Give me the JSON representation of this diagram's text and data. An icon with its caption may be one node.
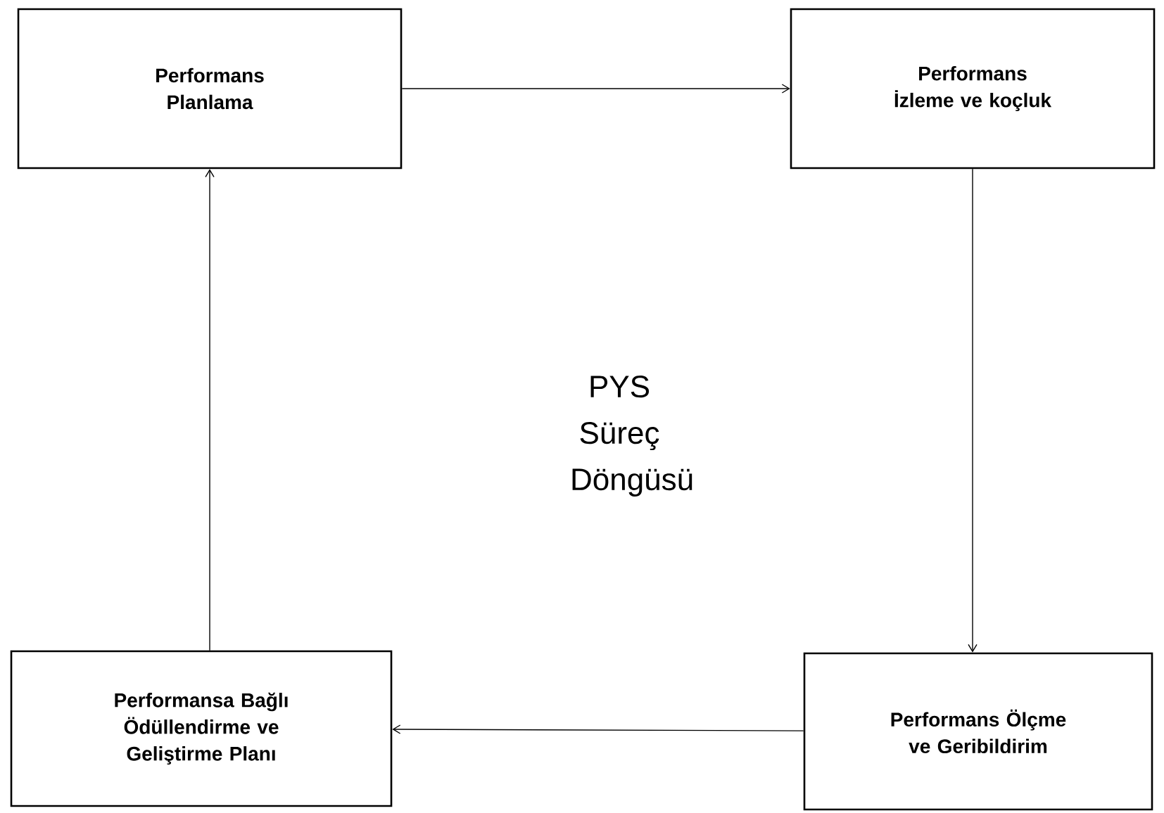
{
  "diagram": {
    "nodes": [
      {
        "text": [
          "Performans Planlama"
        ]
      },
      {
        "text": [
          "Performans İzleme ve koçluk"
        ]
      },
      {
        "text": [
          "Performans Ölçme ve Geribildirim"
        ]
      },
      {
        "text": [
          "Performansa  Bağlı Ödüllendirme ve Geliştirme Planı"
        ]
      }
    ],
    "edges": [
      {
        "from": 0,
        "to": 1,
        "arrow": "to"
      },
      {
        "from": 1,
        "to": 2,
        "arrow": "to"
      },
      {
        "from": 2,
        "to": 3,
        "arrow": "to"
      },
      {
        "from": 3,
        "to": 0,
        "arrow": "to"
      }
    ],
    "labels": [
      "PYS Süreç Döngüsü"
    ]
  }
}
